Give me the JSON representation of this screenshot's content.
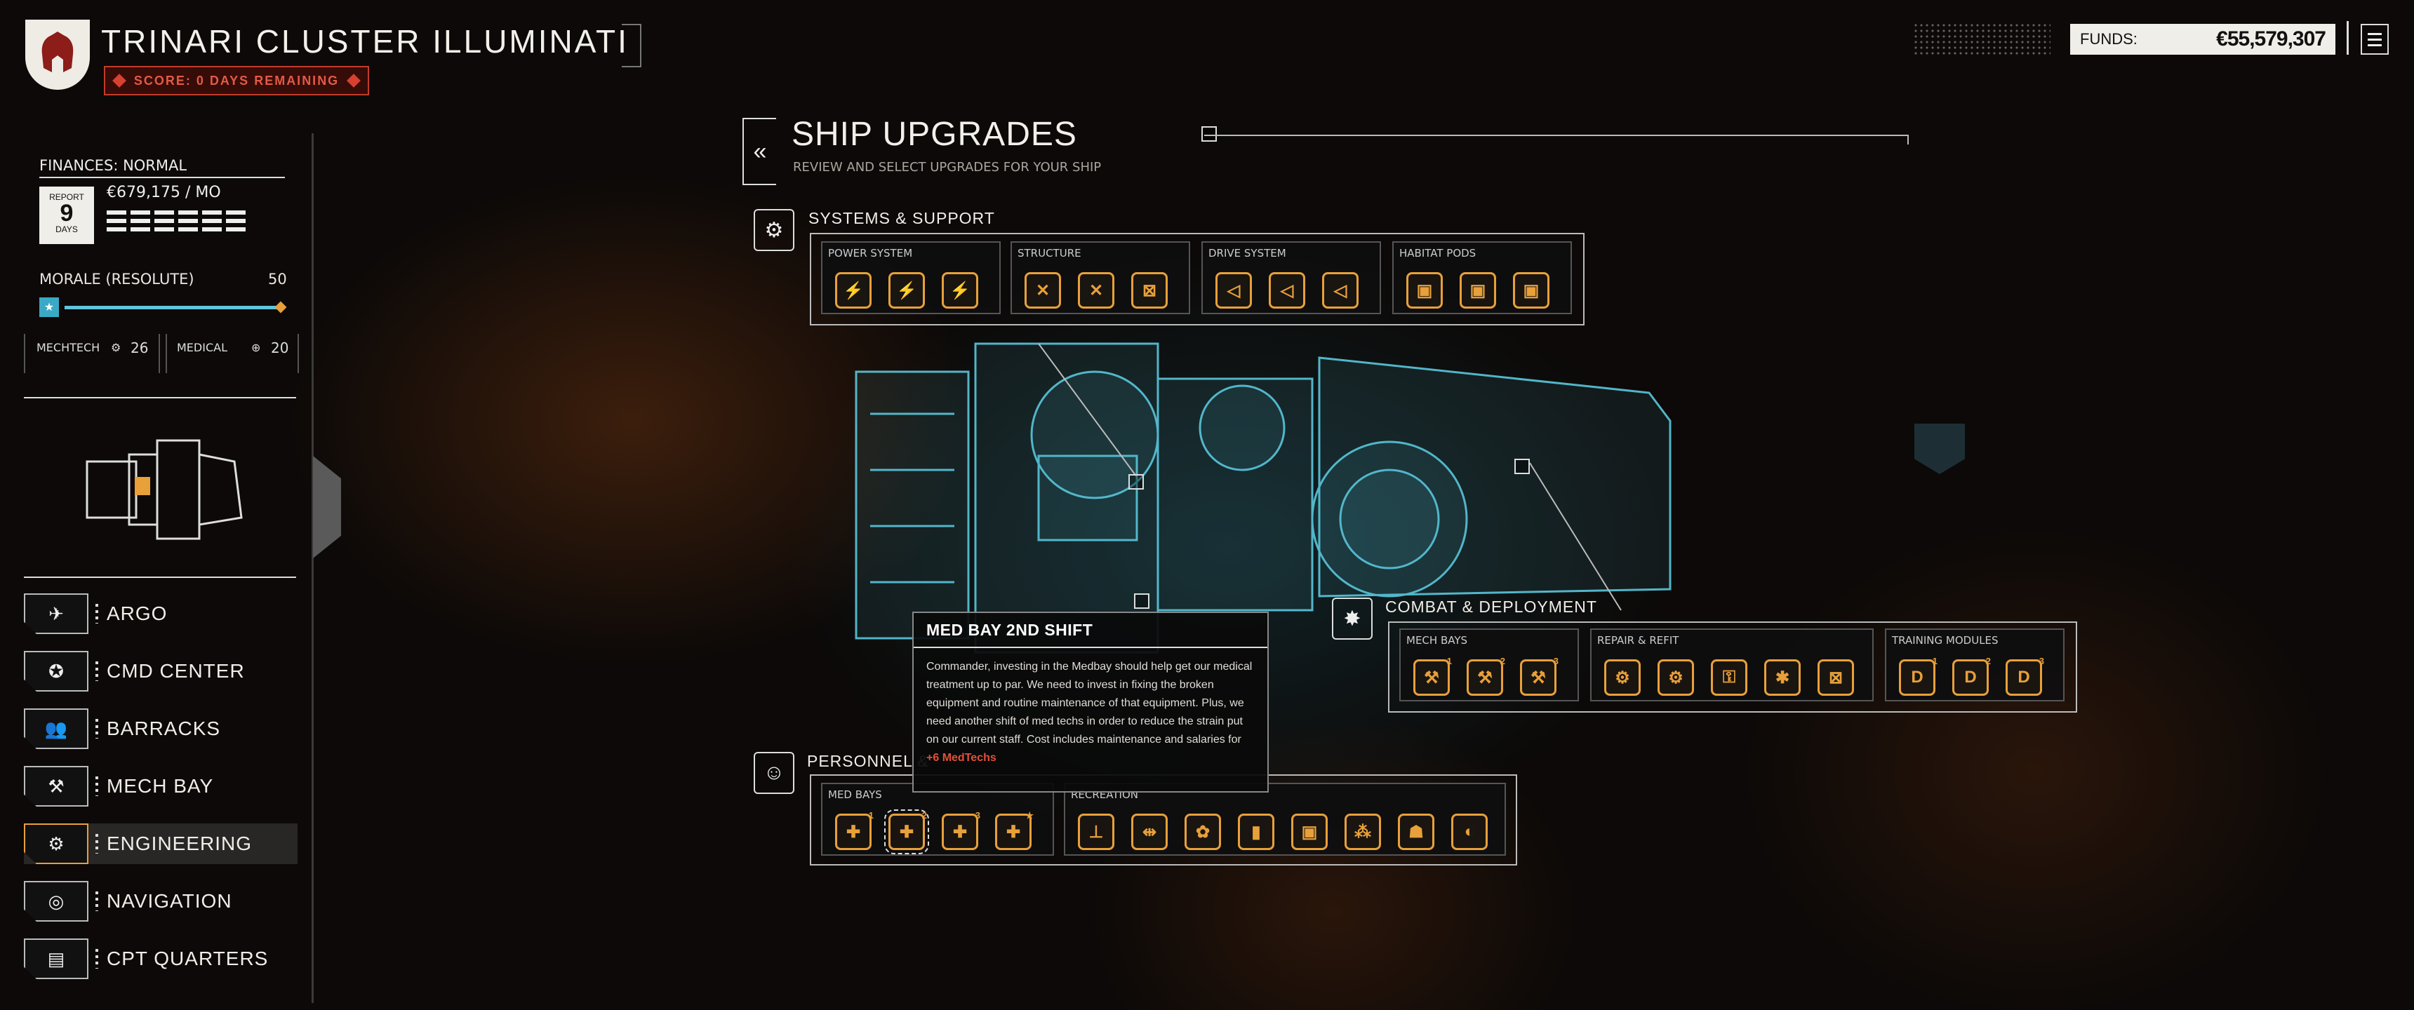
{
  "header": {
    "org_name": "TRINARI CLUSTER ILLUMINATI",
    "score_text": "SCORE: 0 DAYS REMAINING",
    "funds_label": "FUNDS:",
    "funds_value": "€55,579,307",
    "menu_icon": "hamburger-menu-icon"
  },
  "status": {
    "finances_label": "FINANCES: NORMAL",
    "report_top": "REPORT",
    "report_days": "9",
    "report_bottom": "DAYS",
    "monthly_cost": "€679,175 / MO",
    "morale_label": "MORALE (RESOLUTE)",
    "morale_value": "50",
    "morale_fraction": 1.0,
    "mechtech_label": "MECHTECH",
    "mechtech_count": "26",
    "medical_label": "MEDICAL",
    "medical_count": "20"
  },
  "nav": {
    "items": [
      {
        "label": "ARGO",
        "icon": "argo-ship-icon"
      },
      {
        "label": "CMD CENTER",
        "icon": "star-badge-icon"
      },
      {
        "label": "BARRACKS",
        "icon": "people-icon"
      },
      {
        "label": "MECH BAY",
        "icon": "mech-icon"
      },
      {
        "label": "ENGINEERING",
        "icon": "wrench-gauge-icon",
        "active": true
      },
      {
        "label": "NAVIGATION",
        "icon": "planet-icon"
      },
      {
        "label": "CPT QUARTERS",
        "icon": "documents-icon"
      }
    ]
  },
  "main": {
    "title": "SHIP UPGRADES",
    "subtitle": "REVIEW AND SELECT UPGRADES FOR YOUR SHIP",
    "sections": {
      "systems": {
        "label": "SYSTEMS & SUPPORT",
        "groups": [
          "POWER SYSTEM",
          "STRUCTURE",
          "DRIVE SYSTEM",
          "HABITAT PODS"
        ]
      },
      "combat": {
        "label": "COMBAT & DEPLOYMENT",
        "groups": [
          "MECH BAYS",
          "REPAIR & REFIT",
          "TRAINING MODULES"
        ]
      },
      "personnel": {
        "label": "PERSONNEL &",
        "groups": [
          "MED BAYS",
          "RECREATION"
        ]
      }
    }
  },
  "tooltip": {
    "title": "MED BAY 2ND SHIFT",
    "body": "Commander, investing in the Medbay should help get our medical treatment up to par.  We need to invest in fixing the broken equipment and routine maintenance of that equipment. Plus, we need another shift of med techs in order to reduce the strain put on our current staff. Cost includes maintenance and salaries for ",
    "highlight": "+6 MedTechs"
  },
  "colors": {
    "accent": "#e8a03a",
    "alert": "#c23b2c",
    "holo": "#5fd3ea"
  }
}
